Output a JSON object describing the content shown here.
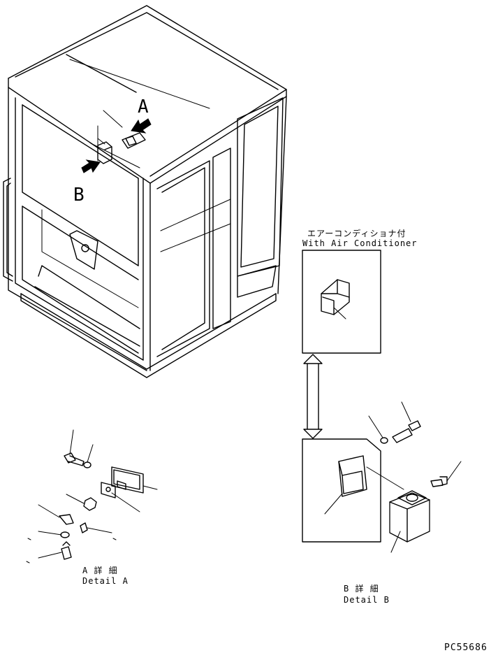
{
  "callouts": {
    "a": "A",
    "b": "B"
  },
  "ac_variant": {
    "label_jp": "エアーコンディショナ付",
    "label_en": "With Air Conditioner"
  },
  "detail_a": {
    "label_jp": "A 詳 細",
    "label_en": "Detail A"
  },
  "detail_b": {
    "label_jp": "B 詳 細",
    "label_en": "Detail B"
  },
  "drawing_code": "PC55686"
}
